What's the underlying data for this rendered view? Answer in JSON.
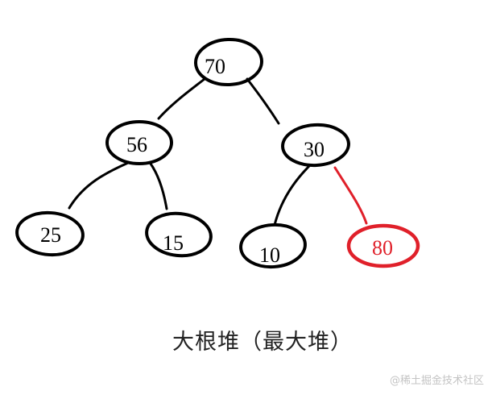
{
  "diagram": {
    "caption": "大根堆（最大堆）",
    "watermark": "@稀土掘金技术社区",
    "highlight_color": "#e0202a",
    "default_color": "#000000",
    "nodes": [
      {
        "id": "n70",
        "label": "70"
      },
      {
        "id": "n56",
        "label": "56"
      },
      {
        "id": "n30",
        "label": "30"
      },
      {
        "id": "n25",
        "label": "25"
      },
      {
        "id": "n15",
        "label": "15"
      },
      {
        "id": "n10",
        "label": "10"
      },
      {
        "id": "n80",
        "label": "80",
        "highlighted": true
      }
    ],
    "edges": [
      {
        "from": "n70",
        "to": "n56"
      },
      {
        "from": "n70",
        "to": "n30"
      },
      {
        "from": "n56",
        "to": "n25"
      },
      {
        "from": "n56",
        "to": "n15"
      },
      {
        "from": "n30",
        "to": "n10"
      },
      {
        "from": "n30",
        "to": "n80",
        "highlighted": true
      }
    ]
  }
}
